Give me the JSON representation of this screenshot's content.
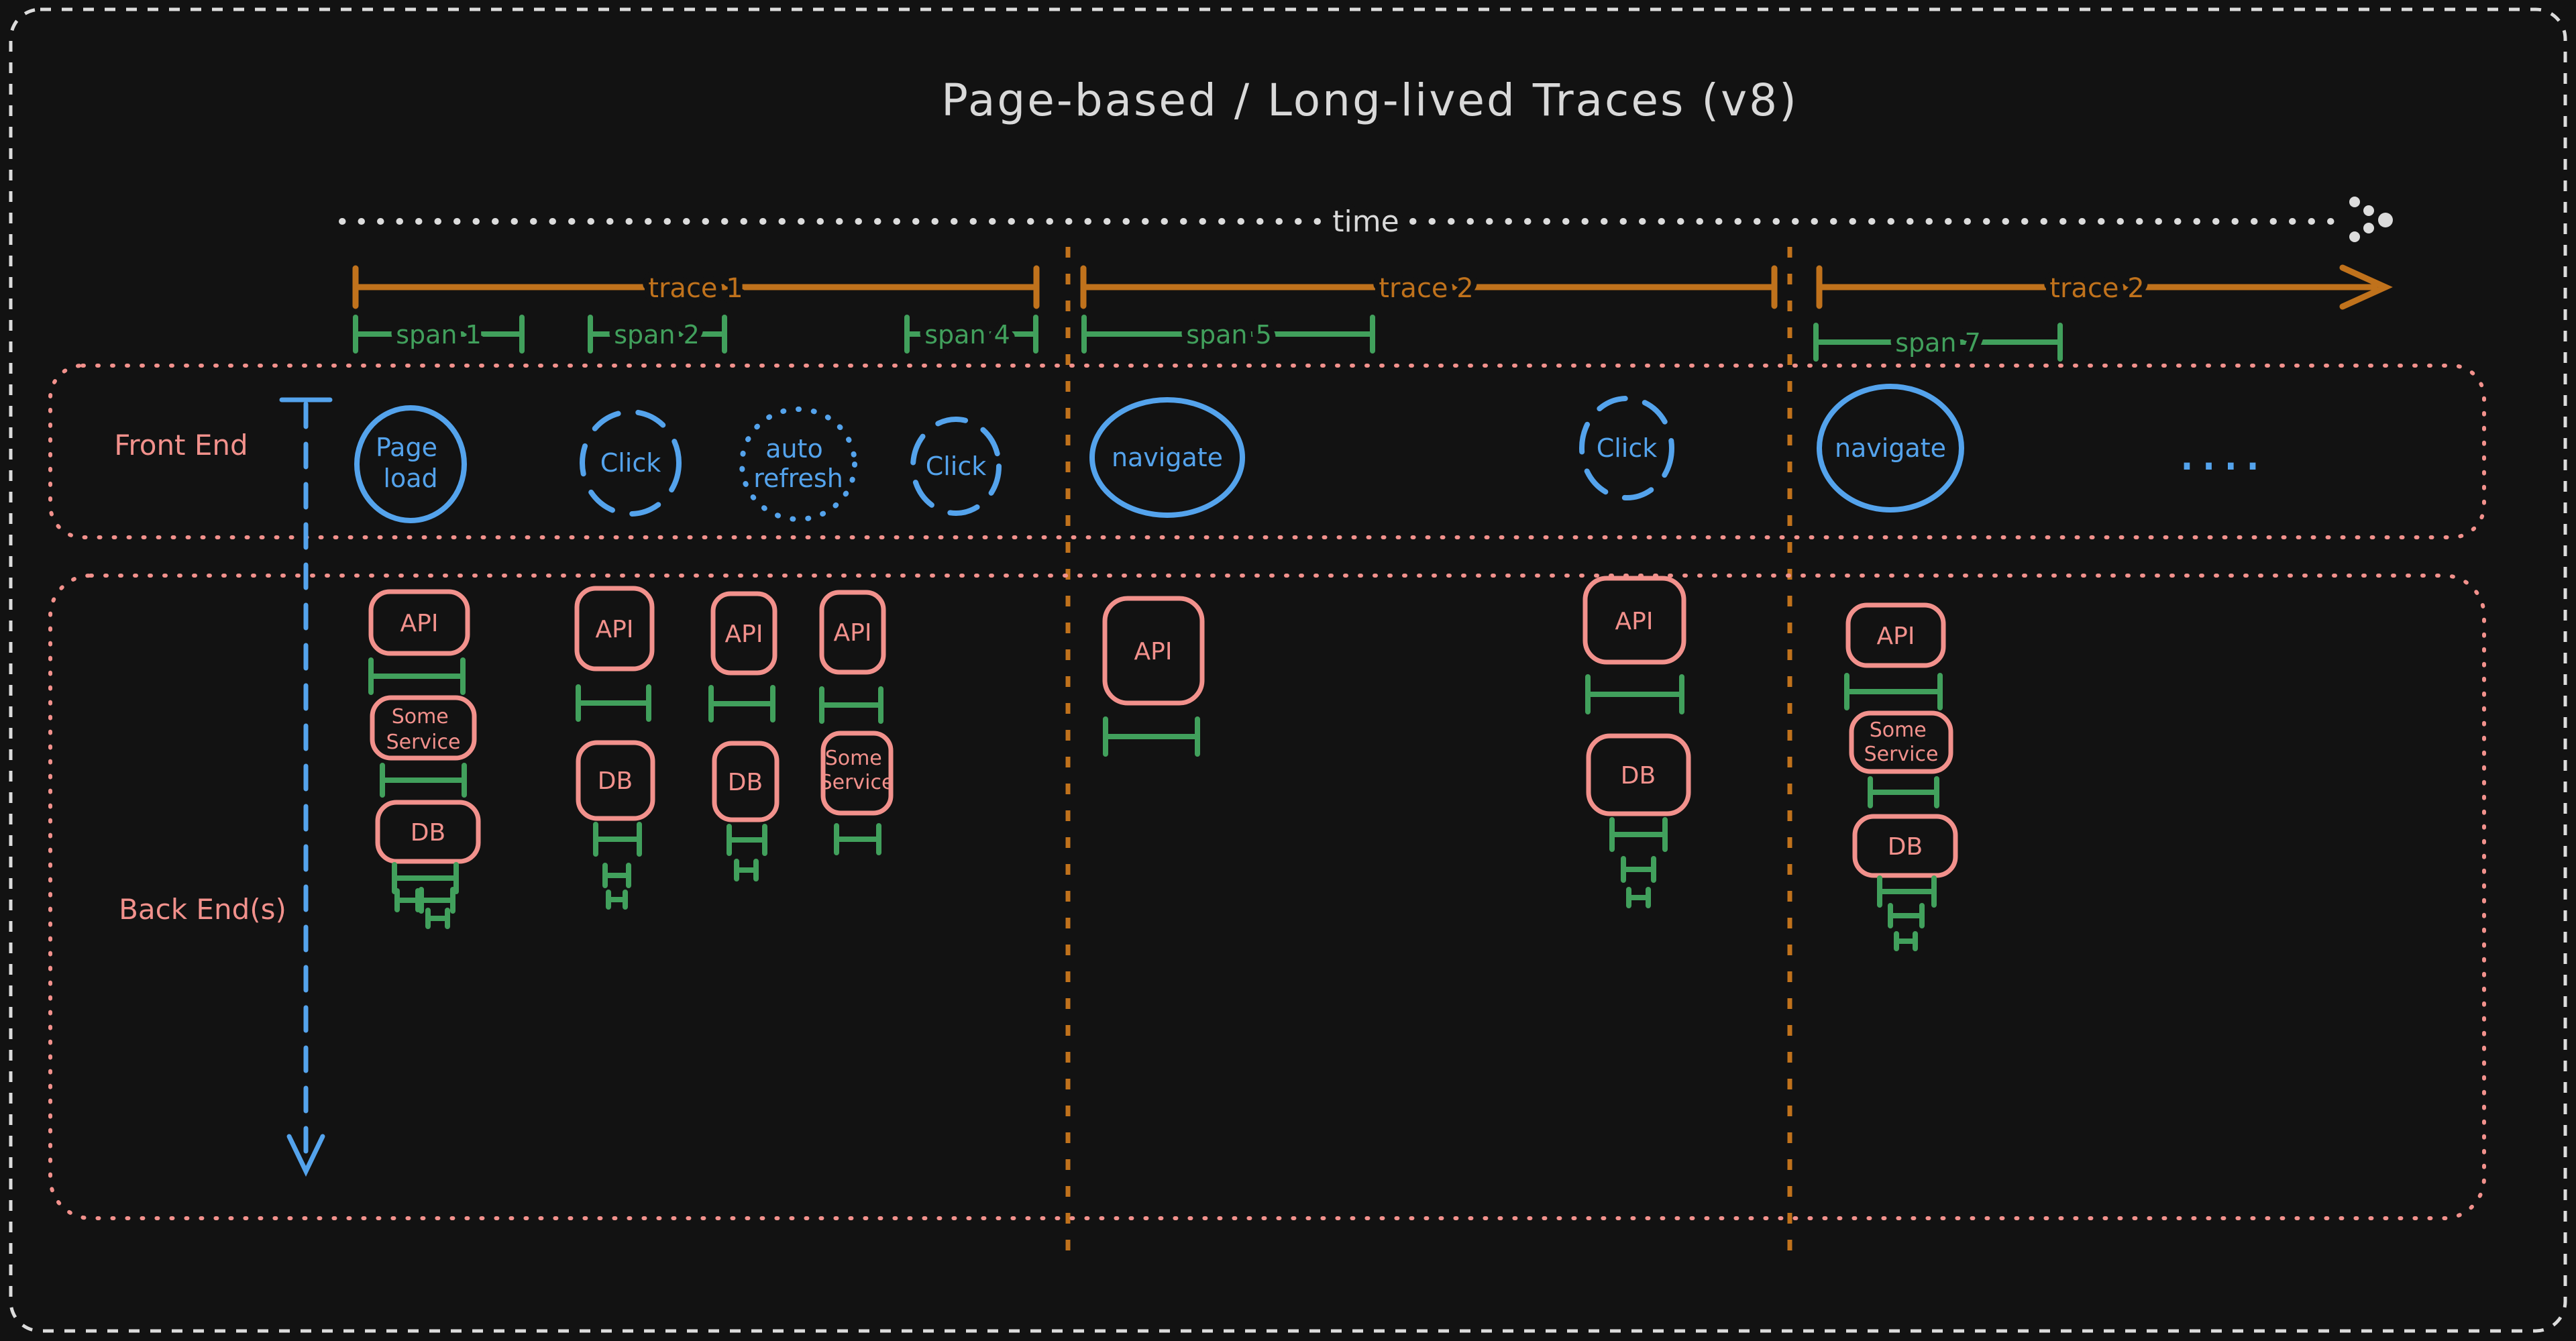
{
  "title": "Page-based / Long-lived Traces (v8)",
  "timeline": {
    "label": "time"
  },
  "traces": [
    {
      "label": "trace 1"
    },
    {
      "label": "trace 2"
    },
    {
      "label": "trace 2"
    }
  ],
  "spans": [
    {
      "label": "span 1"
    },
    {
      "label": "span 2"
    },
    {
      "label": "span 4"
    },
    {
      "label": "span 5"
    },
    {
      "label": "span 7"
    }
  ],
  "lanes": {
    "front_end": {
      "label": "Front End"
    },
    "back_end": {
      "label": "Back End(s)"
    }
  },
  "frontend_events": [
    {
      "label": "Page load",
      "lines": [
        "Page",
        "load"
      ],
      "shape": "solid-ellipse"
    },
    {
      "label": "Click",
      "lines": [
        "Click"
      ],
      "shape": "dashed-ellipse"
    },
    {
      "label": "auto refresh",
      "lines": [
        "auto",
        "refresh"
      ],
      "shape": "dotted-ellipse"
    },
    {
      "label": "Click",
      "lines": [
        "Click"
      ],
      "shape": "dashed-ellipse"
    },
    {
      "label": "navigate",
      "lines": [
        "navigate"
      ],
      "shape": "solid-ellipse"
    },
    {
      "label": "Click",
      "lines": [
        "Click"
      ],
      "shape": "dashed-ellipse"
    },
    {
      "label": "navigate",
      "lines": [
        "navigate"
      ],
      "shape": "solid-ellipse"
    }
  ],
  "frontend_ellipsis": "....",
  "backend_labels": {
    "api": "API",
    "db": "DB",
    "some_service": {
      "label": "Some Service",
      "lines": [
        "Some",
        "Service"
      ]
    }
  },
  "backend_columns": [
    {
      "nodes": [
        "API",
        "Some Service",
        "DB"
      ]
    },
    {
      "nodes": [
        "API",
        "DB"
      ]
    },
    {
      "nodes": [
        "API",
        "DB"
      ]
    },
    {
      "nodes": [
        "API",
        "Some Service"
      ]
    },
    {
      "nodes": [
        "API"
      ]
    },
    {
      "nodes": [
        "API",
        "DB"
      ]
    },
    {
      "nodes": [
        "API",
        "Some Service",
        "DB"
      ]
    }
  ],
  "colors": {
    "background": "#121212",
    "border": "#dcdcdc",
    "trace_orange": "#c0721c",
    "span_green": "#41a05c",
    "frontend_blue": "#54a3ec",
    "lane_salmon": "#f2918c",
    "text_light": "#d9d9d9"
  }
}
